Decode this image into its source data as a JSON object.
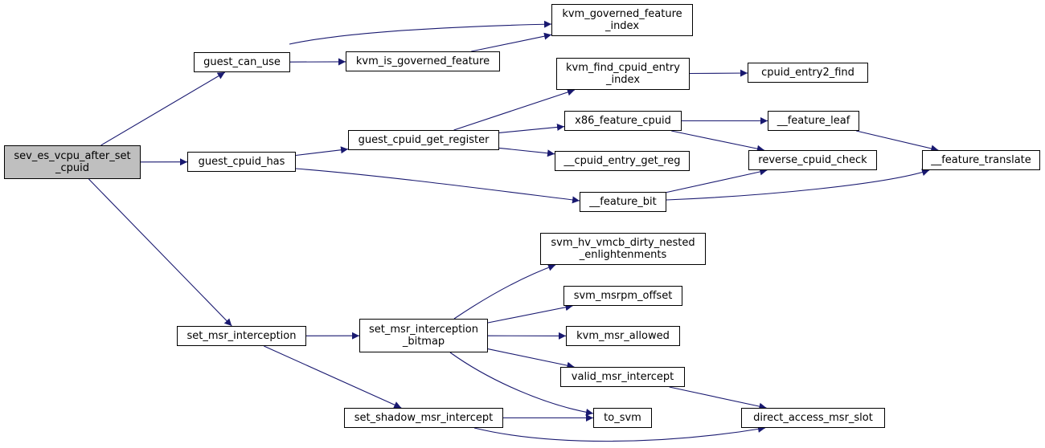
{
  "colors": {
    "edge": "#191970",
    "root_fill": "#bfbfbf",
    "node_fill": "#ffffff",
    "border": "#000000"
  },
  "nodes": {
    "sev_es_vcpu_after_set_cpuid": "sev_es_vcpu_after_set\n_cpuid",
    "guest_can_use": "guest_can_use",
    "guest_cpuid_has": "guest_cpuid_has",
    "set_msr_interception": "set_msr_interception",
    "kvm_governed_feature_index": "kvm_governed_feature\n_index",
    "kvm_is_governed_feature": "kvm_is_governed_feature",
    "kvm_find_cpuid_entry_index": "kvm_find_cpuid_entry\n_index",
    "cpuid_entry2_find": "cpuid_entry2_find",
    "guest_cpuid_get_register": "guest_cpuid_get_register",
    "x86_feature_cpuid": "x86_feature_cpuid",
    "feature_leaf": "__feature_leaf",
    "cpuid_entry_get_reg": "__cpuid_entry_get_reg",
    "reverse_cpuid_check": "reverse_cpuid_check",
    "feature_translate": "__feature_translate",
    "feature_bit": "__feature_bit",
    "svm_hv_vmcb_dirty_nested_enlightenments": "svm_hv_vmcb_dirty_nested\n_enlightenments",
    "svm_msrpm_offset": "svm_msrpm_offset",
    "set_msr_interception_bitmap": "set_msr_interception\n_bitmap",
    "kvm_msr_allowed": "kvm_msr_allowed",
    "valid_msr_intercept": "valid_msr_intercept",
    "set_shadow_msr_intercept": "set_shadow_msr_intercept",
    "to_svm": "to_svm",
    "direct_access_msr_slot": "direct_access_msr_slot"
  },
  "edges": [
    [
      "sev_es_vcpu_after_set_cpuid",
      "guest_can_use"
    ],
    [
      "sev_es_vcpu_after_set_cpuid",
      "guest_cpuid_has"
    ],
    [
      "sev_es_vcpu_after_set_cpuid",
      "set_msr_interception"
    ],
    [
      "guest_can_use",
      "kvm_governed_feature_index"
    ],
    [
      "guest_can_use",
      "kvm_is_governed_feature"
    ],
    [
      "kvm_is_governed_feature",
      "kvm_governed_feature_index"
    ],
    [
      "guest_cpuid_has",
      "guest_cpuid_get_register"
    ],
    [
      "guest_cpuid_has",
      "feature_bit"
    ],
    [
      "guest_cpuid_get_register",
      "kvm_find_cpuid_entry_index"
    ],
    [
      "guest_cpuid_get_register",
      "x86_feature_cpuid"
    ],
    [
      "guest_cpuid_get_register",
      "cpuid_entry_get_reg"
    ],
    [
      "kvm_find_cpuid_entry_index",
      "cpuid_entry2_find"
    ],
    [
      "x86_feature_cpuid",
      "feature_leaf"
    ],
    [
      "x86_feature_cpuid",
      "reverse_cpuid_check"
    ],
    [
      "feature_leaf",
      "feature_translate"
    ],
    [
      "feature_bit",
      "reverse_cpuid_check"
    ],
    [
      "feature_bit",
      "feature_translate"
    ],
    [
      "set_msr_interception",
      "set_msr_interception_bitmap"
    ],
    [
      "set_msr_interception",
      "set_shadow_msr_intercept"
    ],
    [
      "set_msr_interception_bitmap",
      "svm_hv_vmcb_dirty_nested_enlightenments"
    ],
    [
      "set_msr_interception_bitmap",
      "svm_msrpm_offset"
    ],
    [
      "set_msr_interception_bitmap",
      "kvm_msr_allowed"
    ],
    [
      "set_msr_interception_bitmap",
      "valid_msr_intercept"
    ],
    [
      "set_msr_interception_bitmap",
      "to_svm"
    ],
    [
      "valid_msr_intercept",
      "direct_access_msr_slot"
    ],
    [
      "set_shadow_msr_intercept",
      "to_svm"
    ],
    [
      "set_shadow_msr_intercept",
      "direct_access_msr_slot"
    ]
  ]
}
